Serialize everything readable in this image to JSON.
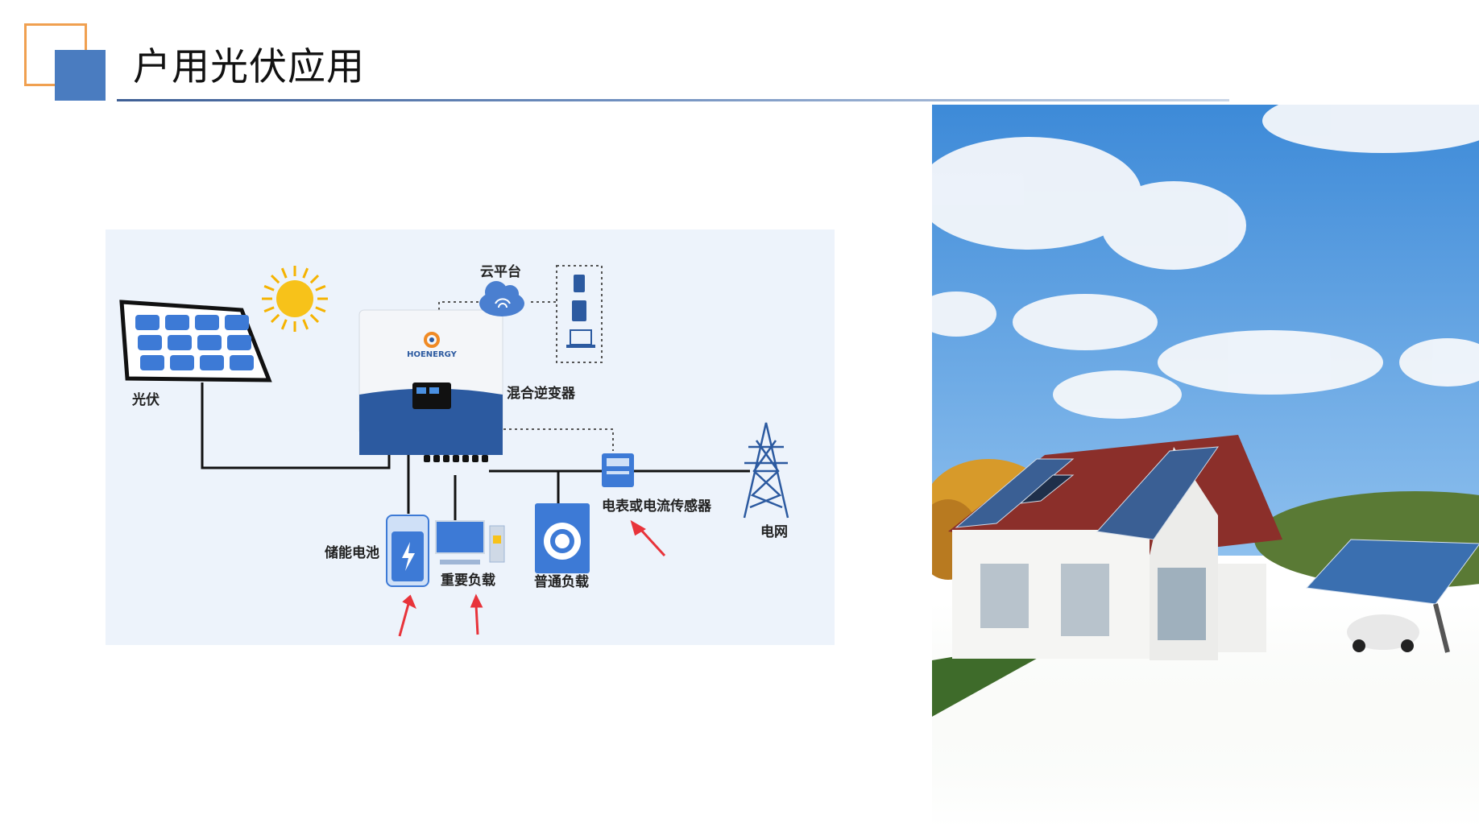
{
  "page": {
    "title": "户用光伏应用"
  },
  "diagram": {
    "labels": {
      "pv": "光伏",
      "cloud": "云平台",
      "inverter": "混合逆变器",
      "brand": "HOENERGY",
      "meter": "电表或电流传感器",
      "grid": "电网",
      "battery": "储能电池",
      "important_load": "重要负载",
      "normal_load": "普通负载"
    }
  },
  "colors": {
    "accent_blue": "#4a7cc0",
    "accent_orange": "#f0a050",
    "arrow_red": "#e8333a",
    "inverter_blue": "#2c5aa0"
  },
  "icons": [
    "sun-icon",
    "solar-panel-icon",
    "cloud-wifi-icon",
    "phone-icon",
    "tablet-icon",
    "laptop-icon",
    "meter-icon",
    "pylon-icon",
    "battery-icon",
    "computer-icon",
    "washing-machine-icon"
  ]
}
